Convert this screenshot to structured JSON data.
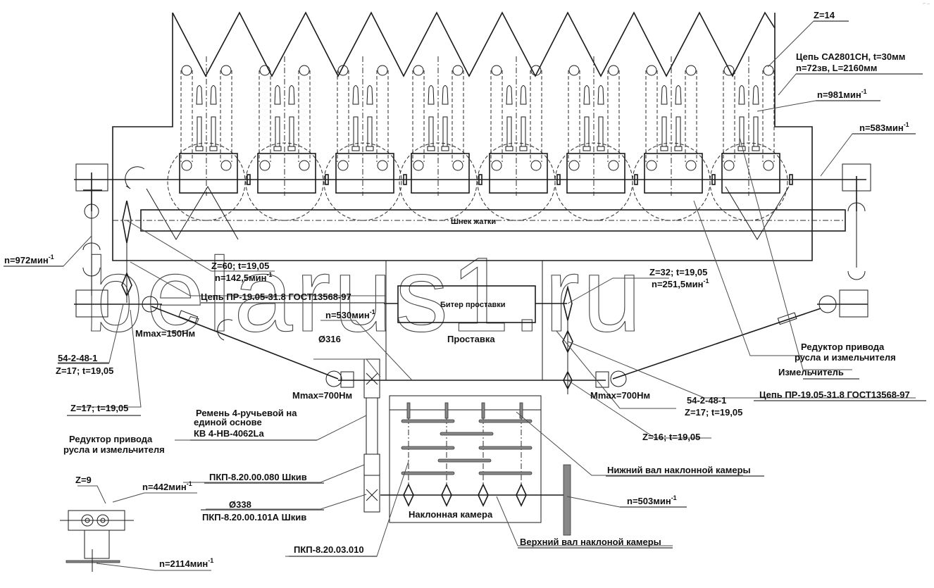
{
  "diagram": {
    "title": "Кинематическая схема привода жатки и наклонной камеры",
    "watermark": "belarus1.ru",
    "corner_mark": "⌐ ‒",
    "labels": {
      "z14": "Z=14",
      "chain_ca_line1": "Цепь СА2801СН, t=30мм",
      "chain_ca_line2": "n=72зв, L=2160мм",
      "n981": "n=981мин",
      "n583": "n=583мин",
      "n972": "n=972мин",
      "z60_line1": "Z=60; t=19,05",
      "z60_line2": "n=142,5мин",
      "chain_pr_left": "Цепь ПР-19.05-31.8 ГОСТ13568-97",
      "n530": "n=530мин",
      "mmax150": "Mmax=150Нм",
      "d316": "Ø316",
      "auger": "Шнек жатки",
      "beater": "Битер проставки",
      "spacer": "Проставка",
      "z32_line1": "Z=32; t=19,05",
      "z32_line2": "n=251,5мин",
      "reducer_right_line1": "Редуктор привода",
      "reducer_right_line2": "русла и измельчителя",
      "chopper": "Измельчитель",
      "chain_pr_right": "Цепь ПР-19.05-31.8 ГОСТ13568-97",
      "left_5424_line1": "54-2-48-1",
      "left_5424_line2": "Z=17; t=19,05",
      "left_z17": "Z=17; t=19,05",
      "reducer_left_line1": "Редуктор привода",
      "reducer_left_line2": "русла и измельчителя",
      "mmax700_left": "Mmax=700Нм",
      "belt_line1": "Ремень 4-ручьевой на",
      "belt_line2": "единой основе",
      "belt_line3": "КВ 4-НВ-4062La",
      "mmax700_right": "Mmax=700Нм",
      "right_5424_line1": "54-2-48-1",
      "right_5424_line2": "Z=17; t=19,05",
      "z16": "Z=16; t=19,05",
      "lower_shaft": "Нижний вал наклонной камеры",
      "pulley080": "ПКП-8.20.00.080 Шкив",
      "d338": "Ø338",
      "pulley101": "ПКП-8.20.00.101А Шкив",
      "n503": "n=503мин",
      "feeder": "Наклонная камера",
      "pkp010": "ПКП-8.20.03.010",
      "upper_shaft": "Верхний вал наклоной камеры",
      "z9": "Z=9",
      "n442": "n=442мин",
      "n2114": "n=2114мин",
      "sup": "-1"
    }
  }
}
